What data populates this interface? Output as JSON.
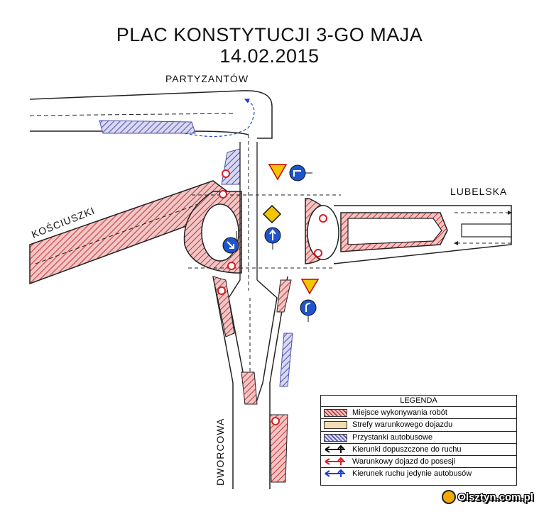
{
  "title": "PLAC KONSTYTUCJI 3-GO MAJA",
  "date": "14.02.2015",
  "streets": {
    "north": "PARTYZANTÓW",
    "east": "LUBELSKA",
    "west": "KOŚCIUSZKI",
    "south": "DWORCOWA"
  },
  "legend": {
    "title": "LEGENDA",
    "items": [
      {
        "label": "Miejsce wykonywania robót",
        "kind": "hatch",
        "color": "#e3a4a4",
        "stroke": "#c63232"
      },
      {
        "label": "Strefy warunkowego dojazdu",
        "kind": "fill",
        "color": "#f4dcb2",
        "stroke": "#555555"
      },
      {
        "label": "Przystanki autobusowe",
        "kind": "hatch",
        "color": "#b9b9e6",
        "stroke": "#5050aa"
      },
      {
        "label": "Kierunki dopuszczone do ruchu",
        "kind": "arrow",
        "color": "#111111"
      },
      {
        "label": "Warunkowy dojazd do posesji",
        "kind": "arrow",
        "color": "#e02020"
      },
      {
        "label": "Kierunek ruchu jedynie autobusów",
        "kind": "arrow",
        "color": "#1f3fd0"
      }
    ]
  },
  "colors": {
    "work_zone": "#e3a4a4",
    "work_zone_stroke": "#c63232",
    "bus_stop": "#b9b9e6",
    "bus_stop_stroke": "#5050aa",
    "road_outline": "#222222",
    "sign_blue": "#1f55cc",
    "sign_yellow": "#f2c500",
    "sign_red": "#d42020"
  },
  "signs": [
    {
      "name": "give-way-sign",
      "icon": "yield-triangle"
    },
    {
      "name": "give-way-sign-2",
      "icon": "yield-triangle"
    },
    {
      "name": "priority-road-sign",
      "icon": "yellow-diamond"
    },
    {
      "name": "turn-right-ahead-sign",
      "icon": "arrow-right-turn"
    },
    {
      "name": "straight-only-sign",
      "icon": "arrow-up"
    },
    {
      "name": "keep-right-sign",
      "icon": "arrow-down-right"
    },
    {
      "name": "bus-turn-right-sign",
      "icon": "arrow-turn-right"
    }
  ],
  "watermark": "Olsztyn.com.pl"
}
